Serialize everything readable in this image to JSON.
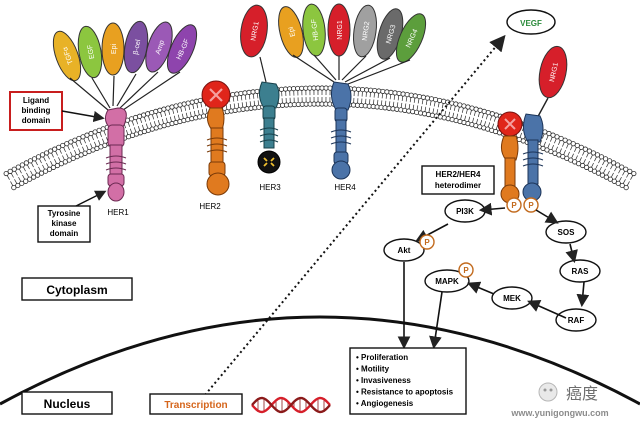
{
  "colors": {
    "membrane": "#2b2b2b",
    "her1": "#d26fa6",
    "her2": "#e07a1f",
    "her3": "#3c7f8f",
    "her4": "#4b73a8",
    "nrg": "#d61f2a",
    "tgfa": "#e8b227",
    "egf": "#8cc63f",
    "epi": "#e8a020",
    "bcel": "#7b4fa0",
    "amp": "#9b59b6",
    "hbegf": "#8e44ad",
    "nrg2": "#a0a0a0",
    "nrg3": "#6a6a6a",
    "nrg4": "#5c9e3c",
    "nrg1g": "#8cc63f",
    "dna1": "#d61f2a",
    "dna2": "#8b1a1a",
    "transcription": "#d5651b"
  },
  "ligands_her1": [
    "TGFα",
    "EGF",
    "Epi",
    "β-cel",
    "Amp",
    "HB-GF"
  ],
  "ligands_her3": [
    "NRG1"
  ],
  "ligands_her4": [
    "Epi",
    "HB-GF",
    "NRG1",
    "NRG2",
    "NRG3",
    "NRG4"
  ],
  "ligands_dimer": [
    "NRG1"
  ],
  "labels": {
    "ligand_binding_domain": "Ligand binding domain",
    "tyrosine_kinase_domain": "Tyrosine kinase domain",
    "her1": "HER1",
    "her2": "HER2",
    "her3": "HER3",
    "her4": "HER4",
    "dimer": "HER2/HER4 heterodimer",
    "vegf": "VEGF",
    "cytoplasm": "Cytoplasm",
    "nucleus": "Nucleus",
    "transcription": "Transcription",
    "phospho": "P"
  },
  "nodes": {
    "pi3k": "PI3K",
    "akt": "Akt",
    "sos": "SOS",
    "ras": "RAS",
    "raf": "RAF",
    "mek": "MEK",
    "mapk": "MAPK"
  },
  "outcomes": [
    "Proliferation",
    "Motility",
    "Invasiveness",
    "Resistance to apoptosis",
    "Angiogenesis"
  ],
  "watermark": {
    "brand": "癌度",
    "url": "www.yunigongwu.com"
  }
}
